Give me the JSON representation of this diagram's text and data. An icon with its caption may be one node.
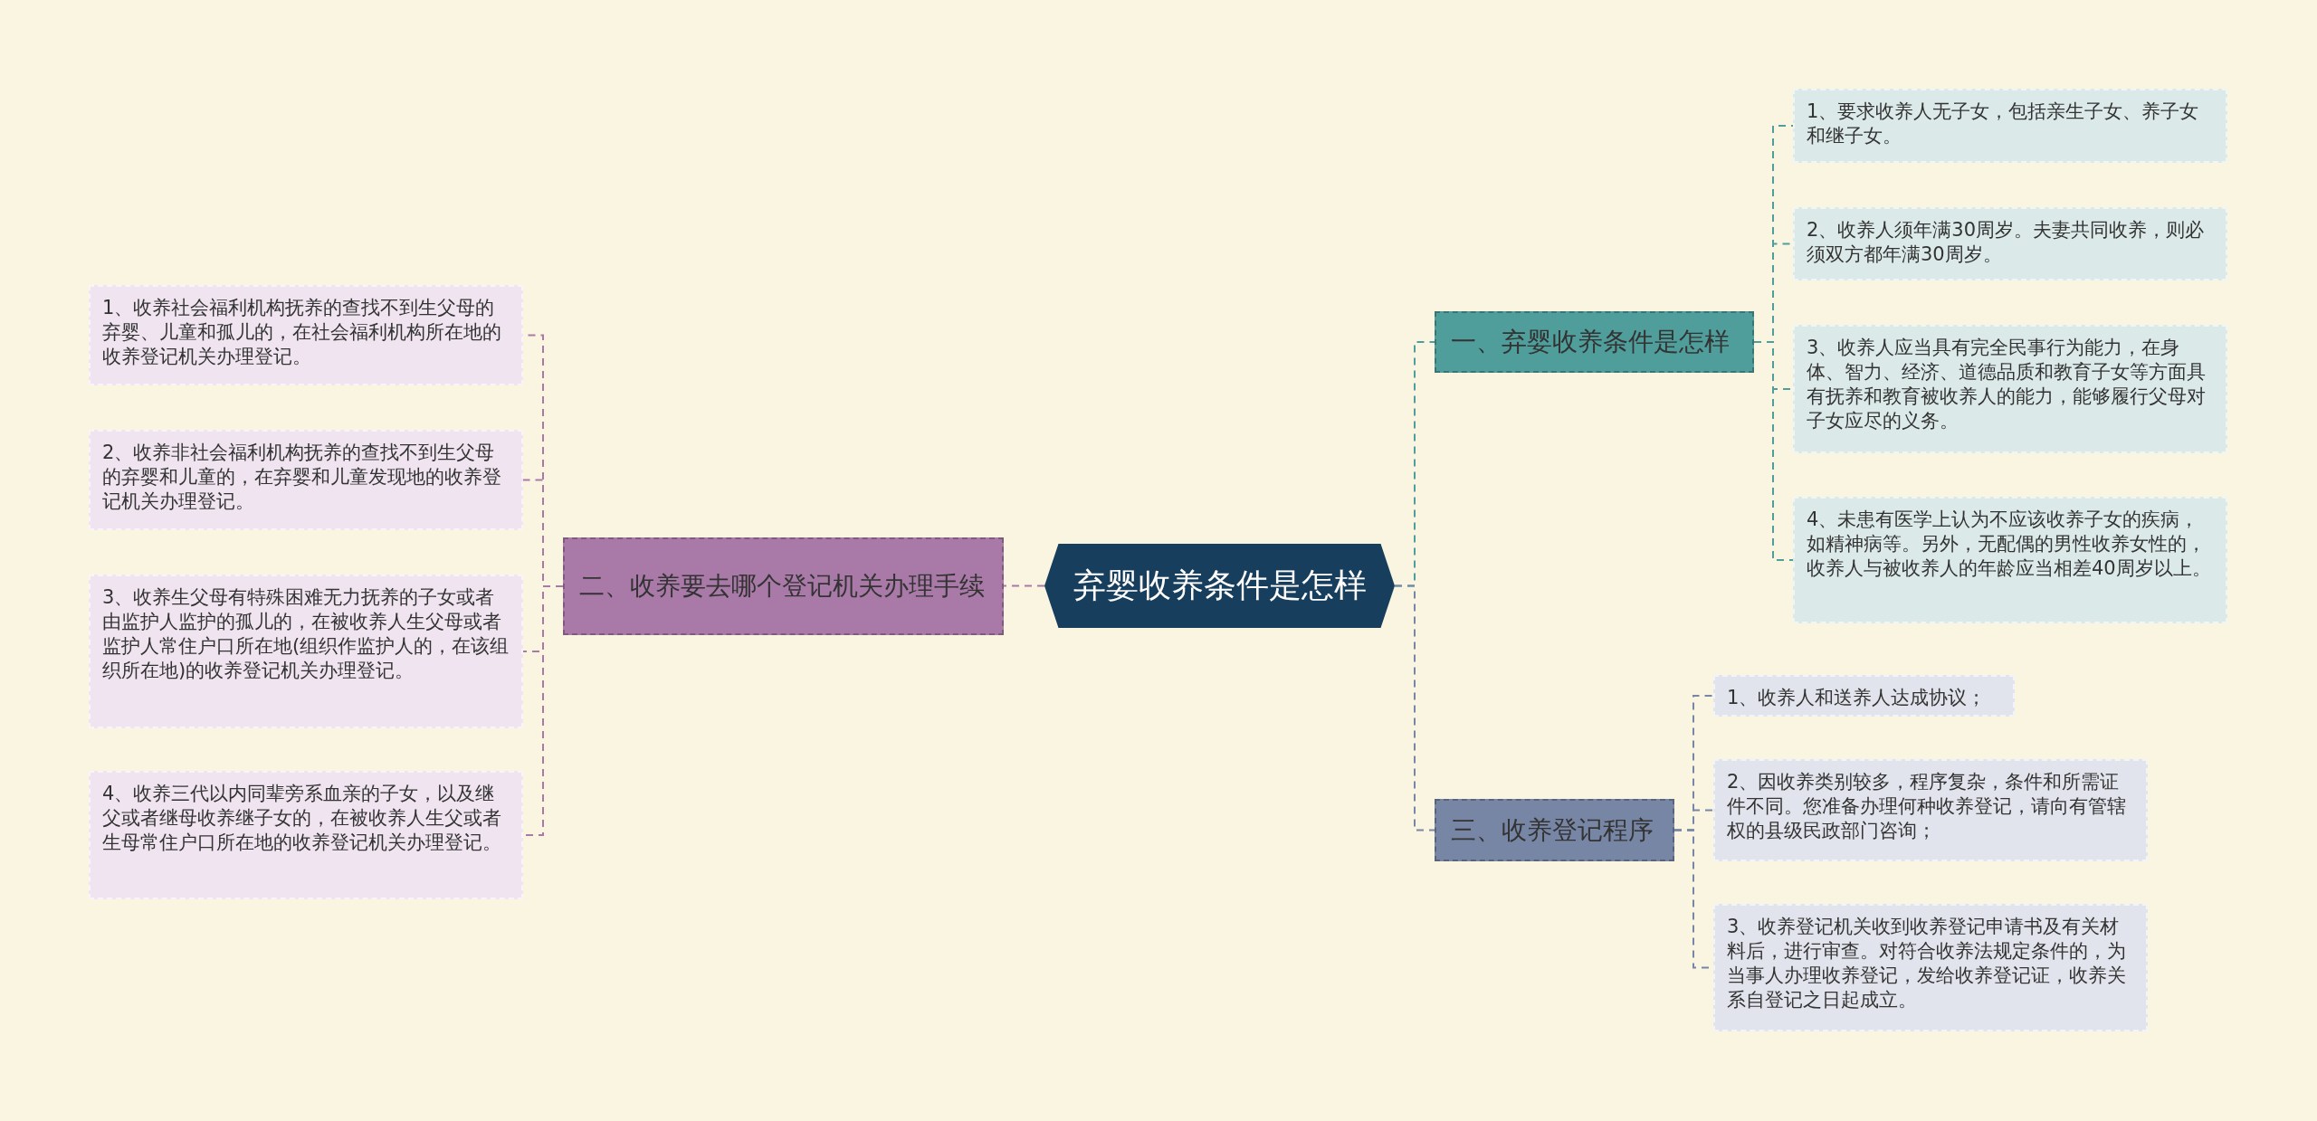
{
  "diagram": {
    "nodes": [
      {
        "text": [
          "弃婴收养条件是怎样"
        ]
      },
      {
        "text": [
          "一、弃婴收养条件是怎样"
        ]
      },
      {
        "text": [
          "1、要求收养人无子女，包括亲生子女、养子女和继子女。"
        ]
      },
      {
        "text": [
          "2、收养人须年满30周岁。夫妻共同收养，则必须双方都年满30周岁。"
        ]
      },
      {
        "text": [
          "3、收养人应当具有完全民事行为能力，在身体、智力、经济、道德品质和教育子女等方面具有抚养和教育被收养人的能力，能够履行父母对子女应尽的义务。"
        ]
      },
      {
        "text": [
          "4、未患有医学上认为不应该收养子女的疾病，如精神病等。另外，无配偶的男性收养女性的，收养人与被收养人的年龄应当相差40周岁以上。"
        ]
      },
      {
        "text": [
          "二、收养要去哪个登记机关办理手续"
        ]
      },
      {
        "text": [
          "1、收养社会福利机构抚养的查找不到生父母的弃婴、儿童和孤儿的，在社会福利机构所在地的收养登记机关办理登记。"
        ]
      },
      {
        "text": [
          "2、收养非社会福利机构抚养的查找不到生父母的弃婴和儿童的，在弃婴和儿童发现地的收养登记机关办理登记。"
        ]
      },
      {
        "text": [
          "3、收养生父母有特殊困难无力抚养的子女或者由监护人监护的孤儿的，在被收养人生父母或者监护人常住户口所在地(组织作监护人的，在该组织所在地)的收养登记机关办理登记。"
        ]
      },
      {
        "text": [
          "4、收养三代以内同辈旁系血亲的子女，以及继父或者继母收养继子女的，在被收养人生父或者生母常住户口所在地的收养登记机关办理登记。"
        ]
      },
      {
        "text": [
          "三、收养登记程序"
        ]
      },
      {
        "text": [
          "1、收养人和送养人达成协议；"
        ]
      },
      {
        "text": [
          "2、因收养类别较多，程序复杂，条件和所需证件不同。您准备办理何种收养登记，请向有管辖权的县级民政部门咨询；"
        ]
      },
      {
        "text": [
          "3、收养登记机关收到收养登记申请书及有关材料后，进行审查。对符合收养法规定条件的，为当事人办理收养登记，发给收养登记证，收养关系自登记之日起成立。"
        ]
      }
    ],
    "edges": [
      {
        "from": 0,
        "to": 1,
        "arrow": "none",
        "style": "dashed",
        "color": "#4f9e9b"
      },
      {
        "from": 1,
        "to": 2,
        "arrow": "none",
        "style": "dashed",
        "color": "#4f9e9b"
      },
      {
        "from": 1,
        "to": 3,
        "arrow": "none",
        "style": "dashed",
        "color": "#4f9e9b"
      },
      {
        "from": 1,
        "to": 4,
        "arrow": "none",
        "style": "dashed",
        "color": "#4f9e9b"
      },
      {
        "from": 1,
        "to": 5,
        "arrow": "none",
        "style": "dashed",
        "color": "#4f9e9b"
      },
      {
        "from": 0,
        "to": 6,
        "arrow": "none",
        "style": "dashed",
        "color": "#a97aa8"
      },
      {
        "from": 6,
        "to": 7,
        "arrow": "none",
        "style": "dashed",
        "color": "#a97aa8"
      },
      {
        "from": 6,
        "to": 8,
        "arrow": "none",
        "style": "dashed",
        "color": "#a97aa8"
      },
      {
        "from": 6,
        "to": 9,
        "arrow": "none",
        "style": "dashed",
        "color": "#a97aa8"
      },
      {
        "from": 6,
        "to": 10,
        "arrow": "none",
        "style": "dashed",
        "color": "#a97aa8"
      },
      {
        "from": 0,
        "to": 11,
        "arrow": "none",
        "style": "dashed",
        "color": "#7886a6"
      },
      {
        "from": 11,
        "to": 12,
        "arrow": "none",
        "style": "dashed",
        "color": "#7886a6"
      },
      {
        "from": 11,
        "to": 13,
        "arrow": "none",
        "style": "dashed",
        "color": "#7886a6"
      },
      {
        "from": 11,
        "to": 14,
        "arrow": "none",
        "style": "dashed",
        "color": "#7886a6"
      }
    ]
  }
}
